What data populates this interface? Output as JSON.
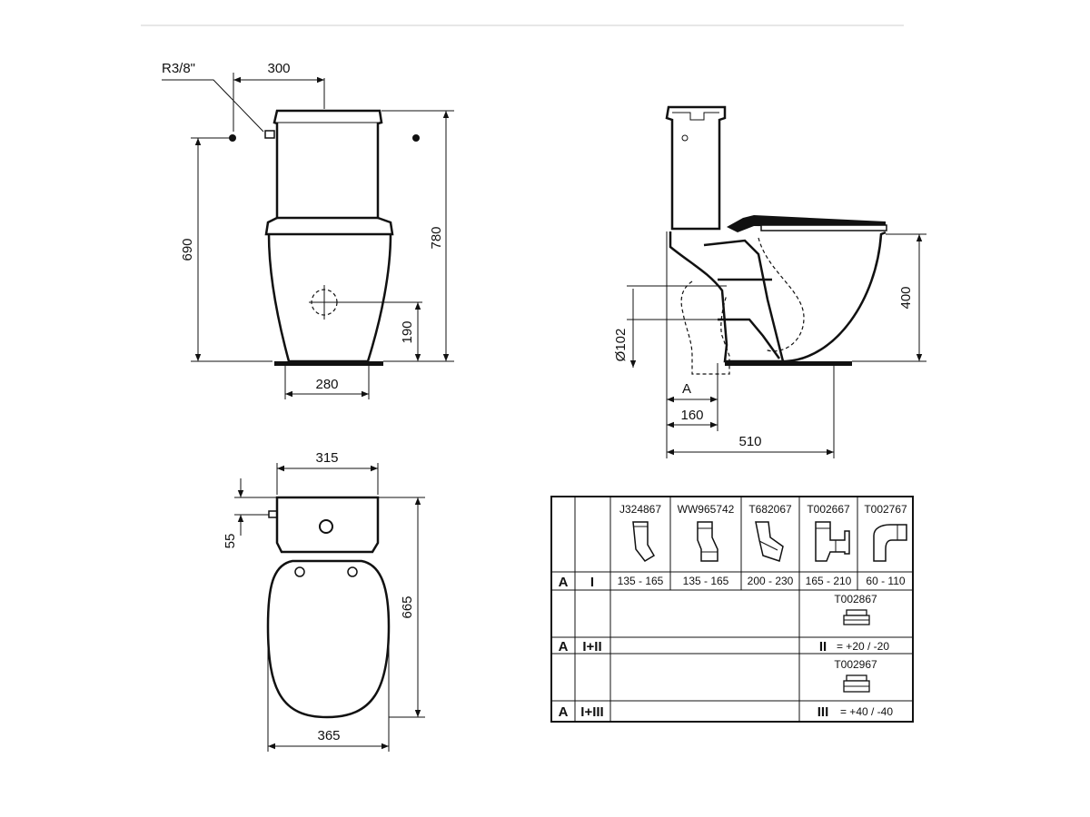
{
  "front_view": {
    "inlet_label": "R3/8\"",
    "dims": {
      "inlet_offset": "300",
      "height_inlet": "690",
      "total_height": "780",
      "outlet_height": "190",
      "base_width": "280"
    }
  },
  "side_view": {
    "dims": {
      "seat_height": "400",
      "outlet_diameter": "Ø102",
      "a_label": "A",
      "outlet_distance": "160",
      "depth": "510"
    }
  },
  "top_view": {
    "dims": {
      "tank_width": "315",
      "inlet_from_top": "55",
      "length": "665",
      "bowl_width": "365"
    }
  },
  "connector_table": {
    "products": [
      "J324867",
      "WW965742",
      "T682067",
      "T002667",
      "T002767"
    ],
    "row1": {
      "a": "A",
      "roman": "I",
      "ranges": [
        "135 - 165",
        "135 - 165",
        "200 - 230",
        "165 - 210",
        "60 - 110"
      ]
    },
    "row2": {
      "extension_code": "T002867",
      "a": "A",
      "roman": "I+II",
      "formula_roman": "II",
      "formula_value": "= +20 / -20"
    },
    "row3": {
      "extension_code": "T002967",
      "a": "A",
      "roman": "I+III",
      "formula_roman": "III",
      "formula_value": "= +40 / -40"
    }
  }
}
